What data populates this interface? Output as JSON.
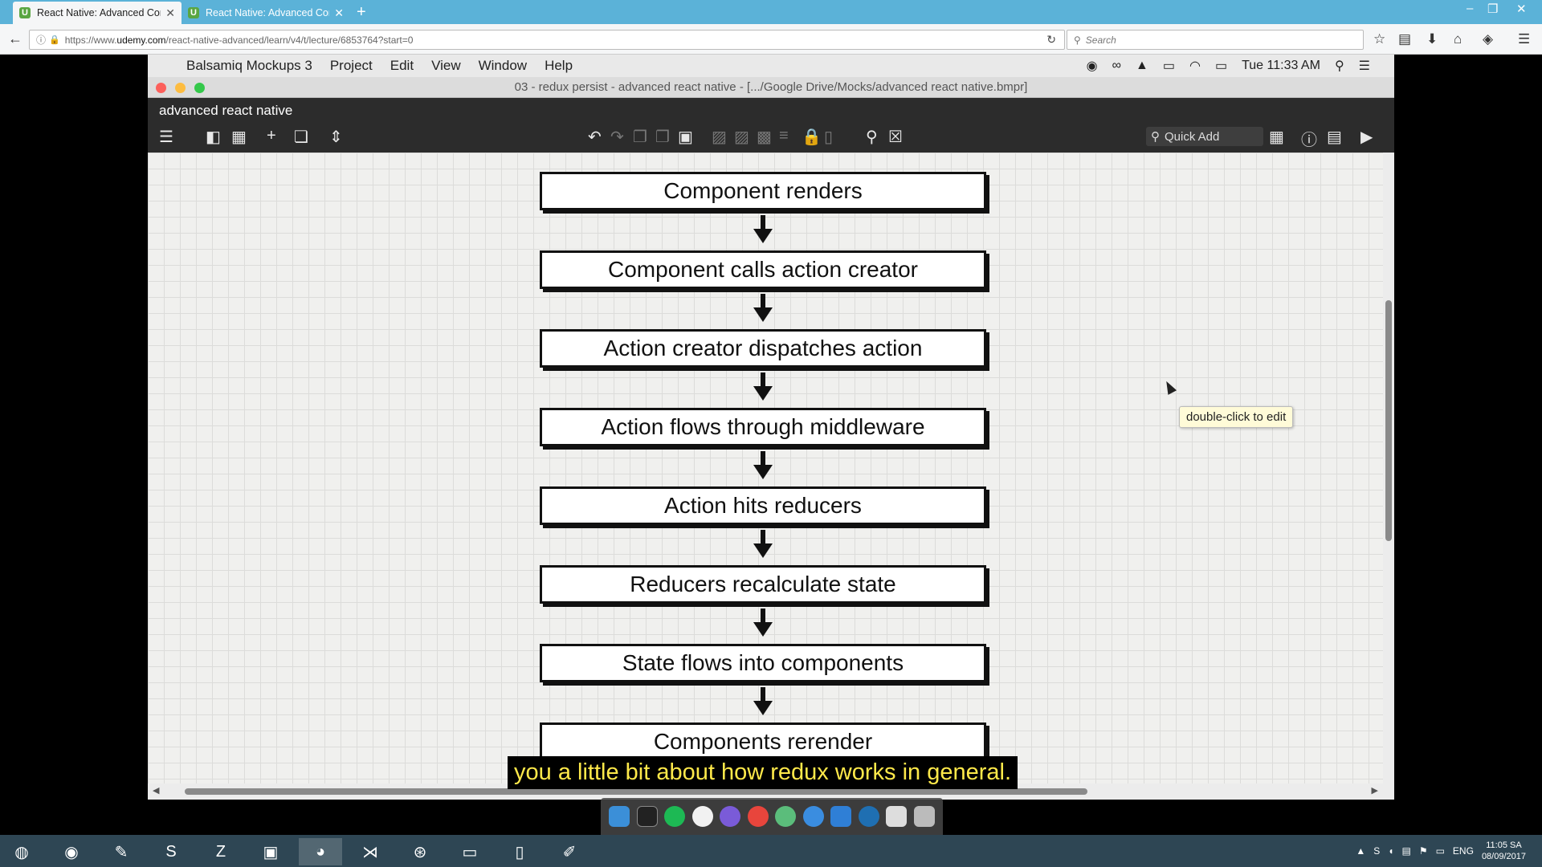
{
  "browser": {
    "tabs": [
      {
        "label": "React Native: Advanced Cor",
        "active": true
      },
      {
        "label": "React Native: Advanced Cor",
        "active": false
      }
    ],
    "url_prefix": "https://www.",
    "url_domain": "udemy.com",
    "url_path": "/react-native-advanced/learn/v4/t/lecture/6853764?start=0",
    "search_placeholder": "Search"
  },
  "mac_menubar": {
    "app_name": "Balsamiq Mockups 3",
    "menus": [
      "Project",
      "Edit",
      "View",
      "Window",
      "Help"
    ],
    "clock": "Tue 11:33 AM"
  },
  "window": {
    "title": "03 - redux persist - advanced react native - [.../Google Drive/Mocks/advanced react native.bmpr]",
    "project_name": "advanced react native",
    "quick_add_label": "Quick Add"
  },
  "diagram": {
    "steps": [
      "Component renders",
      "Component calls action creator",
      "Action creator dispatches action",
      "Action flows through middleware",
      "Action hits reducers",
      "Reducers recalculate state",
      "State flows into components",
      "Components rerender"
    ]
  },
  "tooltip": "double-click to edit",
  "subtitle": "you a little bit about how redux works in general.",
  "taskbar": {
    "language": "ENG",
    "time": "11:05 SA",
    "date": "08/09/2017"
  },
  "colors": {
    "tab_bar": "#5bb2d8",
    "app_toolbar": "#2c2c2c",
    "subtitle_text": "#ffe94a",
    "taskbar": "#2e4654"
  }
}
